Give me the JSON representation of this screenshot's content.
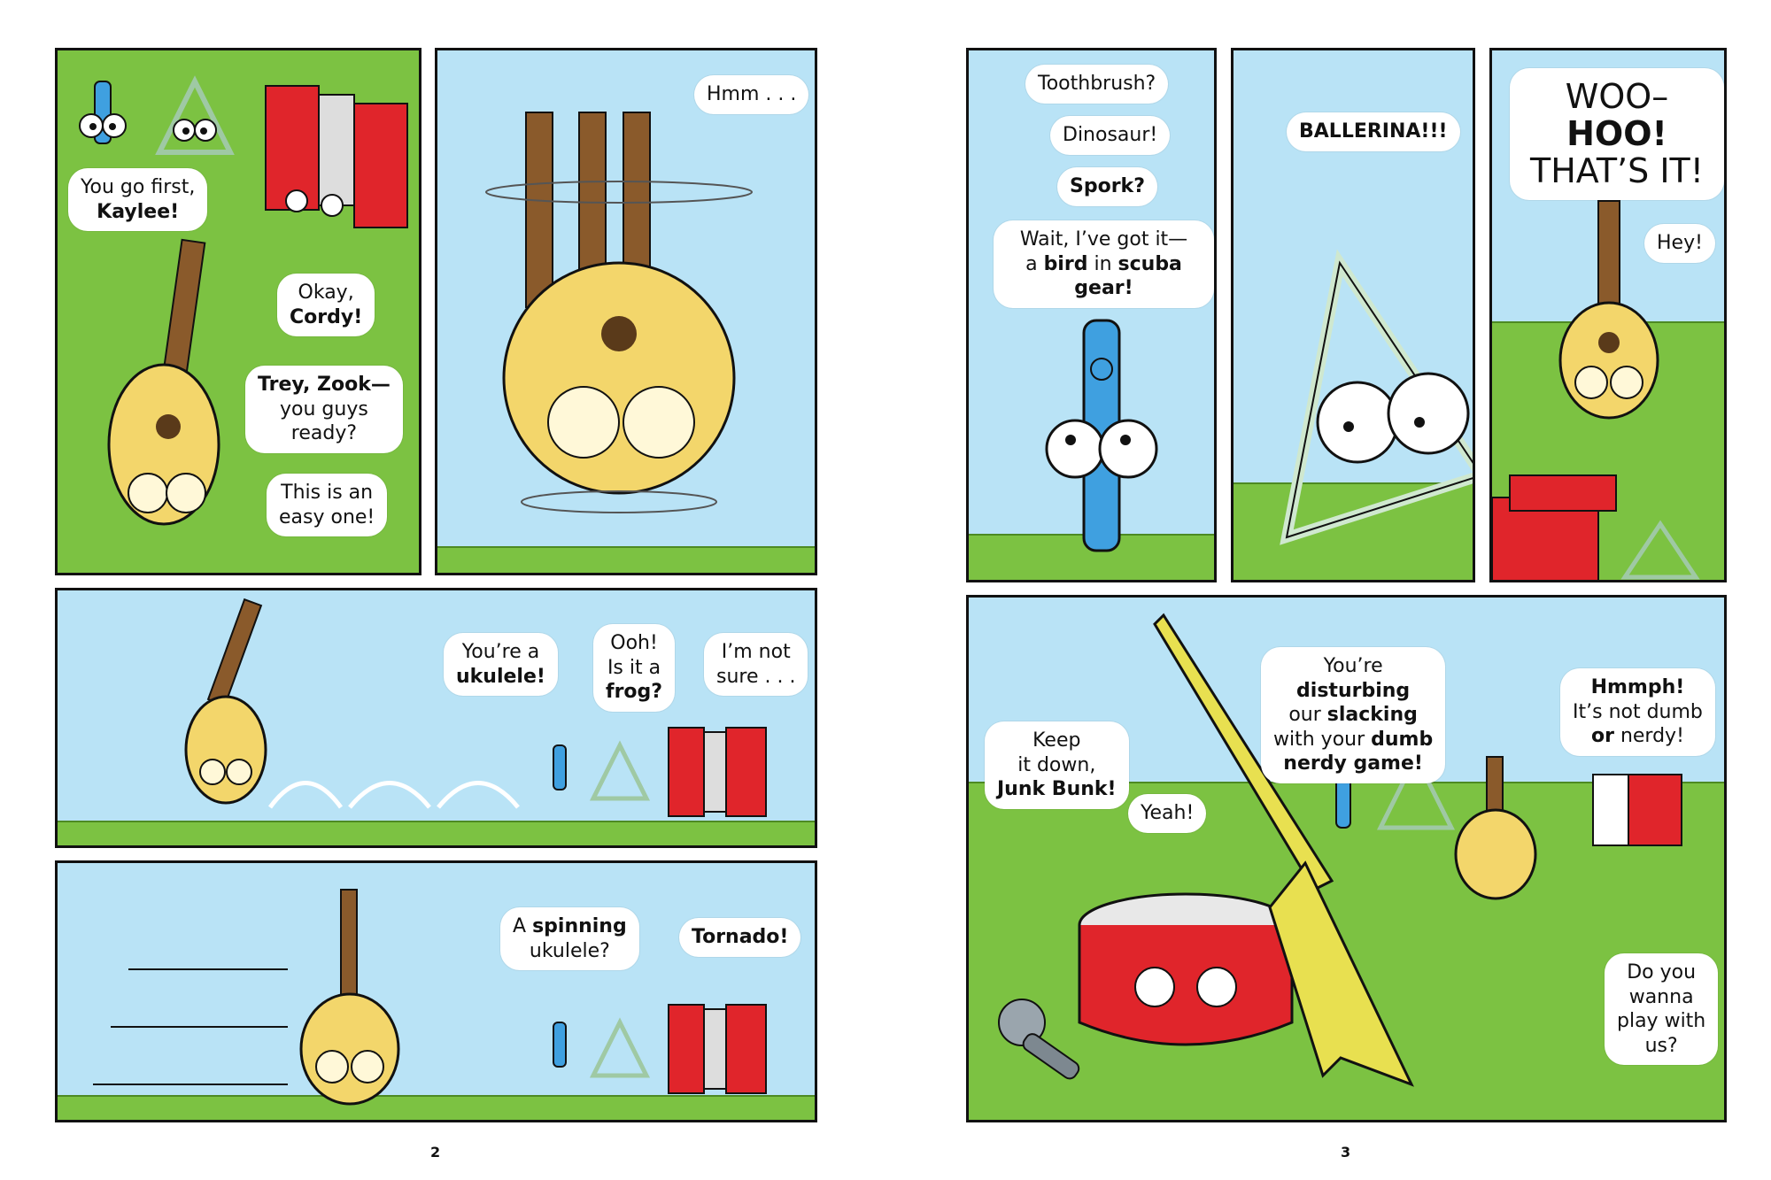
{
  "pages": {
    "left": "2",
    "right": "3"
  },
  "panel1": {
    "b1_pre": "You go first,",
    "b1_name": "Kaylee!",
    "b2_pre": "Okay,",
    "b2_name": "Cordy!",
    "b3_name": "Trey, Zook—",
    "b3_rest1": "you guys",
    "b3_rest2": "ready?",
    "b4_1": "This is an",
    "b4_2": "easy one!"
  },
  "panel2": {
    "b1": "Hmm . . ."
  },
  "panel3": {
    "b1_pre": "You’re a",
    "b1_bold": "ukulele!",
    "b2_1": "Ooh!",
    "b2_2": "Is it a",
    "b2_bold": "frog?",
    "b3_1": "I’m not",
    "b3_2": "sure . . ."
  },
  "panel4": {
    "b1_pre": "A",
    "b1_bold": "spinning",
    "b1_post": "ukulele?",
    "b2_bold": "Tornado!"
  },
  "panel5": {
    "b1": "Toothbrush?",
    "b2": "Dinosaur!",
    "b3": "Spork?",
    "b4_1": "Wait, I’ve got it—",
    "b4_a": "a",
    "b4_b1": "bird",
    "b4_in": "in",
    "b4_b2": "scuba gear!"
  },
  "panel6": {
    "b1": "BALLERINA!!!"
  },
  "panel7": {
    "b1_a": "WOO–",
    "b1_b": "HOO!",
    "b1_c": "THAT’S IT!",
    "b2": "Hey!"
  },
  "panel8": {
    "b1_1": "Keep",
    "b1_2": "it down,",
    "b1_bold": "Junk Bunk!",
    "b2": "Yeah!",
    "b3_1": "You’re",
    "b3_b1": "disturbing",
    "b3_2": "our",
    "b3_b2": "slacking",
    "b3_3": "with your",
    "b3_b3": "dumb",
    "b3_b4": "nerdy game!",
    "b4_bold": "Hmmph!",
    "b4_1": "It’s not dumb",
    "b4_b2": "or",
    "b4_2": "nerdy!",
    "b5_1": "Do you",
    "b5_2": "wanna",
    "b5_3": "play with",
    "b5_4": "us?"
  },
  "colors": {
    "sky": "#b9e3f6",
    "grass": "#7cc242",
    "ukulele": "#f3d66b",
    "accordion": "#e0252b",
    "kazoo": "#3fa0e0",
    "triangle": "#cfe8cf"
  }
}
